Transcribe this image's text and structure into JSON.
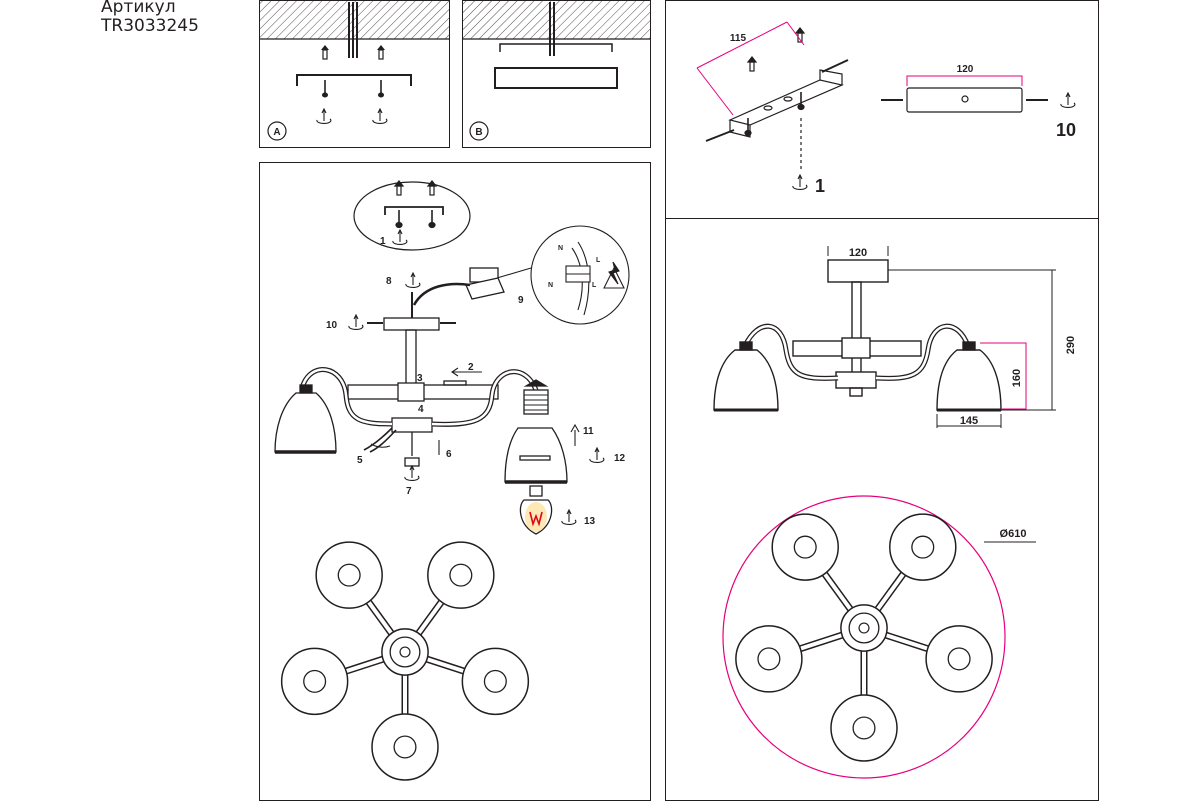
{
  "header": {
    "title": "Артикул",
    "code": "TR3033245"
  },
  "panels": {
    "a": {
      "badge": "A"
    },
    "b": {
      "badge": "B"
    }
  },
  "callouts": {
    "c1": "1",
    "c2": "2",
    "c3": "3",
    "c4": "4",
    "c5": "5",
    "c6": "6",
    "c7": "7",
    "c8": "8",
    "c9": "9",
    "c10": "10",
    "c11": "11",
    "c12": "12",
    "c13": "13",
    "bubble_1": "1",
    "big_1": "1",
    "big_10": "10"
  },
  "wiring": {
    "n": "N",
    "l": "L"
  },
  "dimensions": {
    "bracket_side": "115",
    "plate_width_top": "120",
    "canopy_width": "120",
    "height_total": "290",
    "shade_height": "160",
    "shade_diameter": "145",
    "overall_diameter": "Ø610"
  },
  "colors": {
    "line": "#231f20",
    "dimension": "#e6007e",
    "bulb_glow": "#f5a623",
    "bulb_filament": "#e30613"
  }
}
